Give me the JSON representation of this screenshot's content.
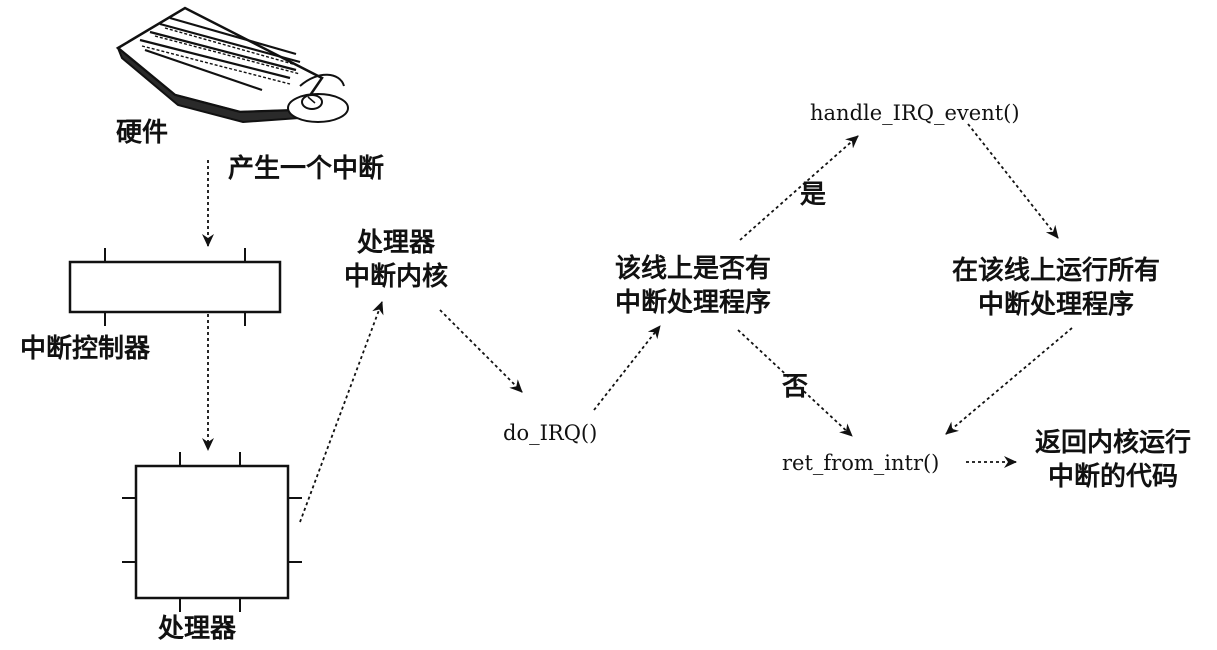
{
  "labels": {
    "hardware": "硬件",
    "generate_interrupt": "产生一个中断",
    "interrupt_controller": "中断控制器",
    "processor": "处理器",
    "processor_interrupt_kernel": [
      "处理器",
      "中断内核"
    ],
    "do_irq": "do_IRQ()",
    "has_handler_question": [
      "该线上是否有",
      "中断处理程序"
    ],
    "yes": "是",
    "no": "否",
    "handle_irq_event": "handle_IRQ_event()",
    "run_all_handlers": [
      "在该线上运行所有",
      "中断处理程序"
    ],
    "ret_from_intr": "ret_from_intr()",
    "return_to_kernel": [
      "返回内核运行",
      "中断的代码"
    ]
  },
  "colors": {
    "ink": "#111111",
    "background": "#ffffff"
  },
  "icons": {
    "hardware": "keyboard-and-mouse-icon"
  }
}
